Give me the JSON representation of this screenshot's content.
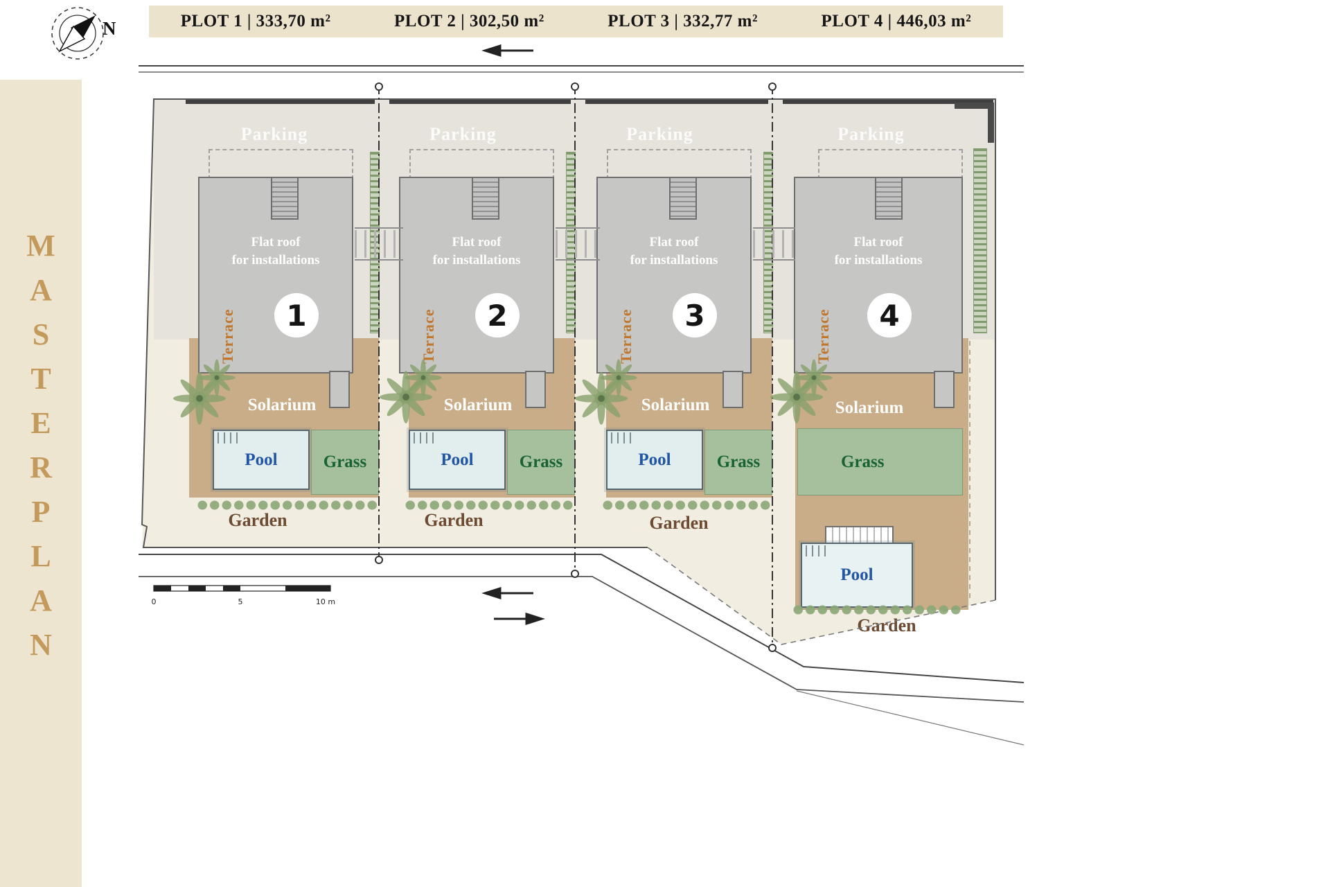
{
  "sidebar": {
    "title": "MASTERPLAN"
  },
  "header": {
    "plot_labels": [
      "PLOT 1 | 333,70 m²",
      "PLOT 2 | 302,50 m²",
      "PLOT 3 | 332,77 m²",
      "PLOT 4 | 446,03 m²"
    ]
  },
  "compass": {
    "icon": "compass-north-icon",
    "north_label": "N"
  },
  "plots": [
    {
      "number": "1",
      "parking_label": "Parking",
      "flat_roof_line1": "Flat roof",
      "flat_roof_line2": "for installations",
      "terrace_label": "Terrace",
      "solarium_label": "Solarium",
      "pool_label": "Pool",
      "grass_label": "Grass",
      "garden_label": "Garden"
    },
    {
      "number": "2",
      "parking_label": "Parking",
      "flat_roof_line1": "Flat roof",
      "flat_roof_line2": "for installations",
      "terrace_label": "Terrace",
      "solarium_label": "Solarium",
      "pool_label": "Pool",
      "grass_label": "Grass",
      "garden_label": "Garden"
    },
    {
      "number": "3",
      "parking_label": "Parking",
      "flat_roof_line1": "Flat roof",
      "flat_roof_line2": "for installations",
      "terrace_label": "Terrace",
      "solarium_label": "Solarium",
      "pool_label": "Pool",
      "grass_label": "Grass",
      "garden_label": "Garden"
    },
    {
      "number": "4",
      "parking_label": "Parking",
      "flat_roof_line1": "Flat roof",
      "flat_roof_line2": "for installations",
      "terrace_label": "Terrace",
      "solarium_label": "Solarium",
      "pool_label": "Pool",
      "grass_label": "Grass",
      "garden_label": "Garden"
    }
  ],
  "scale_bar": {
    "tick_0": "0",
    "tick_5": "5",
    "tick_10": "10 m"
  },
  "colors": {
    "sidebar_bg": "#eee5d1",
    "accent_tan": "#c49a5c",
    "header_bg": "#ece3cd",
    "parking_band": "#e6e3dd",
    "site_cream": "#f2ede1",
    "building_gray": "#c6c6c5",
    "solarium_tan": "#c9ad89",
    "pool_fill": "#e2edee",
    "pool_text": "#2156a5",
    "grass_fill": "#a6c09e",
    "grass_text": "#186234",
    "garden_text": "#6d4a31",
    "terrace_text": "#c0772e"
  }
}
